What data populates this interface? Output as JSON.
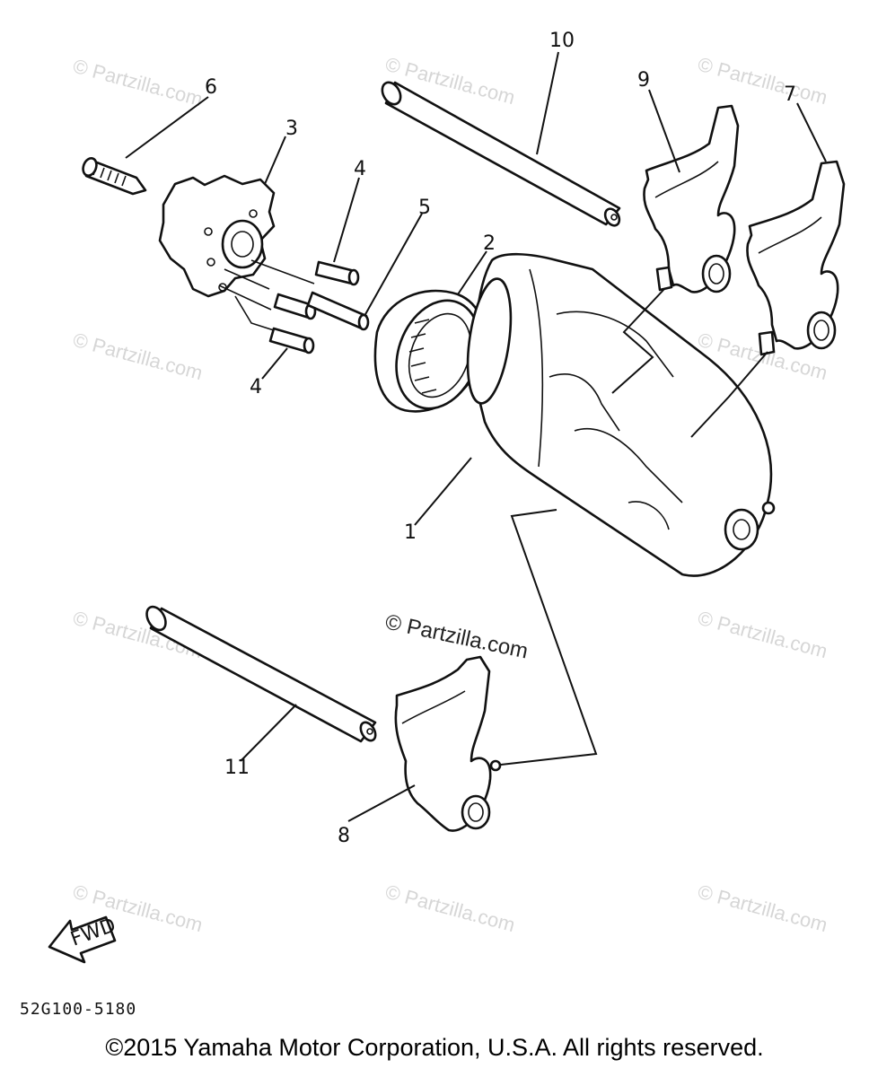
{
  "callouts": {
    "c1": "1",
    "c2": "2",
    "c3": "3",
    "c4a": "4",
    "c4b": "4",
    "c5": "5",
    "c6": "6",
    "c7": "7",
    "c8": "8",
    "c9": "9",
    "c10": "10",
    "c11": "11"
  },
  "fwd_arrow_label": "FWD",
  "watermark": {
    "text": "© Partzilla.com",
    "center_text": "© Partzilla.com"
  },
  "diagram_code": "52G100-5180",
  "copyright": "©2015 Yamaha Motor Corporation, U.S.A. All rights reserved.",
  "colors": {
    "ink": "#111111",
    "watermark": "#d6d6d6",
    "background": "#ffffff"
  }
}
